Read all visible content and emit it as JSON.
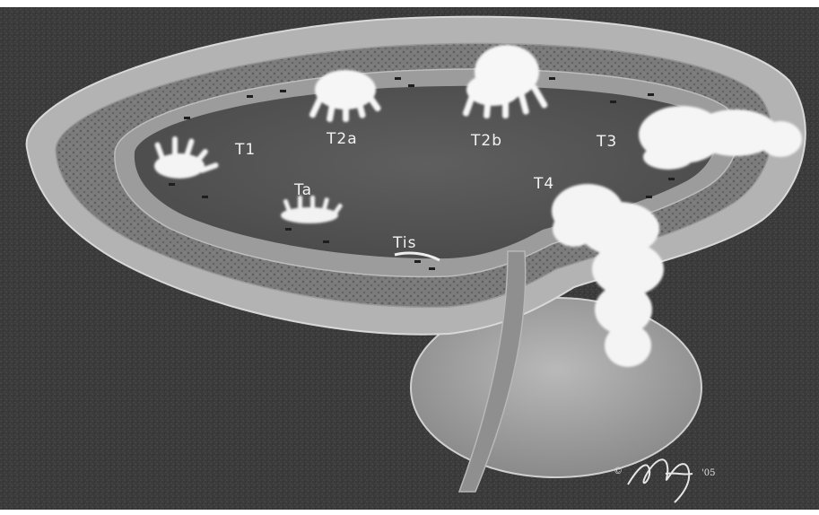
{
  "figure": {
    "subject": "bladder-tumor-staging-cross-section",
    "labels": {
      "t1": "T1",
      "t2a": "T2a",
      "t2b": "T2b",
      "t3": "T3",
      "t4": "T4",
      "ta": "Ta",
      "tis": "Tis"
    },
    "signature": {
      "mark": "©",
      "year": "'05"
    },
    "colors": {
      "background": "#3a3a3a",
      "outer_wall": "#a9a9a9",
      "muscle_layer": "#7a7a7a",
      "lumen": "#555555",
      "tumor": "#f4f4f4",
      "label_text": "#f2f2f2"
    }
  }
}
